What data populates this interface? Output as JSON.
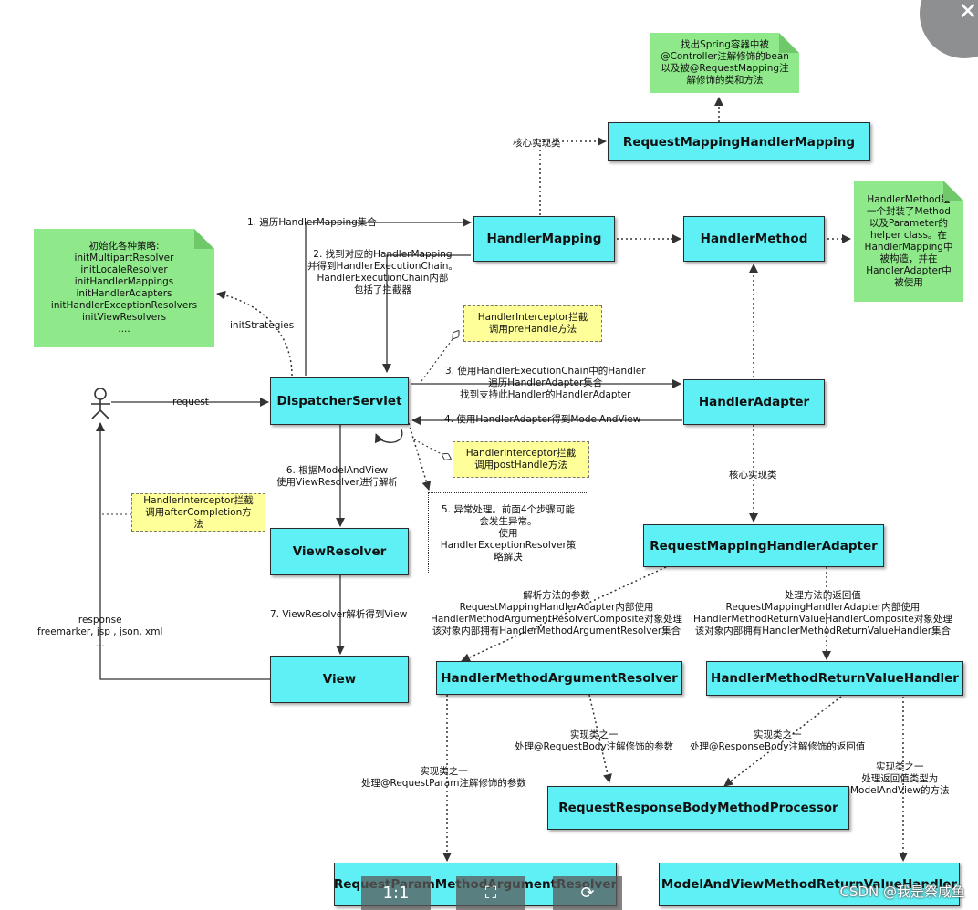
{
  "boxes": {
    "rmhm": "RequestMappingHandlerMapping",
    "hm": "HandlerMapping",
    "hmethod": "HandlerMethod",
    "ds": "DispatcherServlet",
    "ha": "HandlerAdapter",
    "vr": "ViewResolver",
    "view": "View",
    "rmha": "RequestMappingHandlerAdapter",
    "hmar": "HandlerMethodArgumentResolver",
    "hmrvh": "HandlerMethodReturnValueHandler",
    "rrbmp": "RequestResponseBodyMethodProcessor",
    "rpmar": "RequestParamMethodArgumentResolver",
    "mavmrvh": "ModelAndViewMethodReturnValueHandler"
  },
  "notes": {
    "find_spring": "找出Spring容器中被\n@Controller注解修饰的bean\n以及被@RequestMapping注\n解修饰的类和方法",
    "init": "初始化各种策略:\ninitMultipartResolver\ninitLocaleResolver\ninitHandlerMappings\ninitHandlerAdapters\ninitHandlerExceptionResolvers\ninitViewResolvers\n....",
    "handler_method": "HandlerMethod是\n一个封装了Method\n以及Parameter的\nhelper class。在\nHandlerMapping中\n被构造，并在\nHandlerAdapter中\n被使用",
    "pre_handle": "HandlerInterceptor拦截\n调用preHandle方法",
    "post_handle": "HandlerInterceptor拦截\n调用postHandle方法",
    "after_completion": "HandlerInterceptor拦截\n调用afterCompletion方\n法",
    "exception": "5. 异常处理。前面4个步骤可能\n会发生异常。\n使用\nHandlerExceptionResolver策\n略解决"
  },
  "labels": {
    "core_impl_1": "核心实现类",
    "step1": "1. 遍历HandlerMapping集合",
    "step2": "2. 找到对应的HandlerMapping\n并得到HandlerExecutionChain。\nHandlerExecutionChain内部\n包括了拦截器",
    "init_strategies": "initStrategies",
    "request": "request",
    "step3": "3. 使用HandlerExecutionChain中的Handler\n遍历HandlerAdapter集合\n找到支持此Handler的HandlerAdapter",
    "step4": "4. 使用HandlerAdapter得到ModelAndView",
    "step6": "6. 根据ModelAndView\n使用ViewResolver进行解析",
    "core_impl_2": "核心实现类",
    "step7": "7. ViewResolver解析得到View",
    "response": "response\nfreemarker, jsp , json, xml\n...",
    "parse_params": "解析方法的参数\nRequestMappingHandlerAdapter内部使用\nHandlerMethodArgumentResolverComposite对象处理\n该对象内部拥有HandlerMethodArgumentResolver集合",
    "handle_return": "处理方法的返回值\nRequestMappingHandlerAdapter内部使用\nHandlerMethodReturnValueHandlerComposite对象处理\n该对象内部拥有HandlerMethodReturnValueHandler集合",
    "impl_request_body": "实现类之一\n处理@RequestBody注解修饰的参数",
    "impl_response_body": "实现类之一\n处理@ResponseBody注解修饰的返回值",
    "impl_request_param": "实现类之一\n处理@RequestParam注解修饰的参数",
    "impl_mav": "实现类之一\n处理返回值类型为\nModelAndView的方法"
  },
  "viewer": {
    "close_glyph": "✕",
    "btn_one_to_one": "1:1",
    "btn_fit": "⛶",
    "btn_rotate": "⟳"
  },
  "watermark": "CSDN @我是祭咸鱼"
}
